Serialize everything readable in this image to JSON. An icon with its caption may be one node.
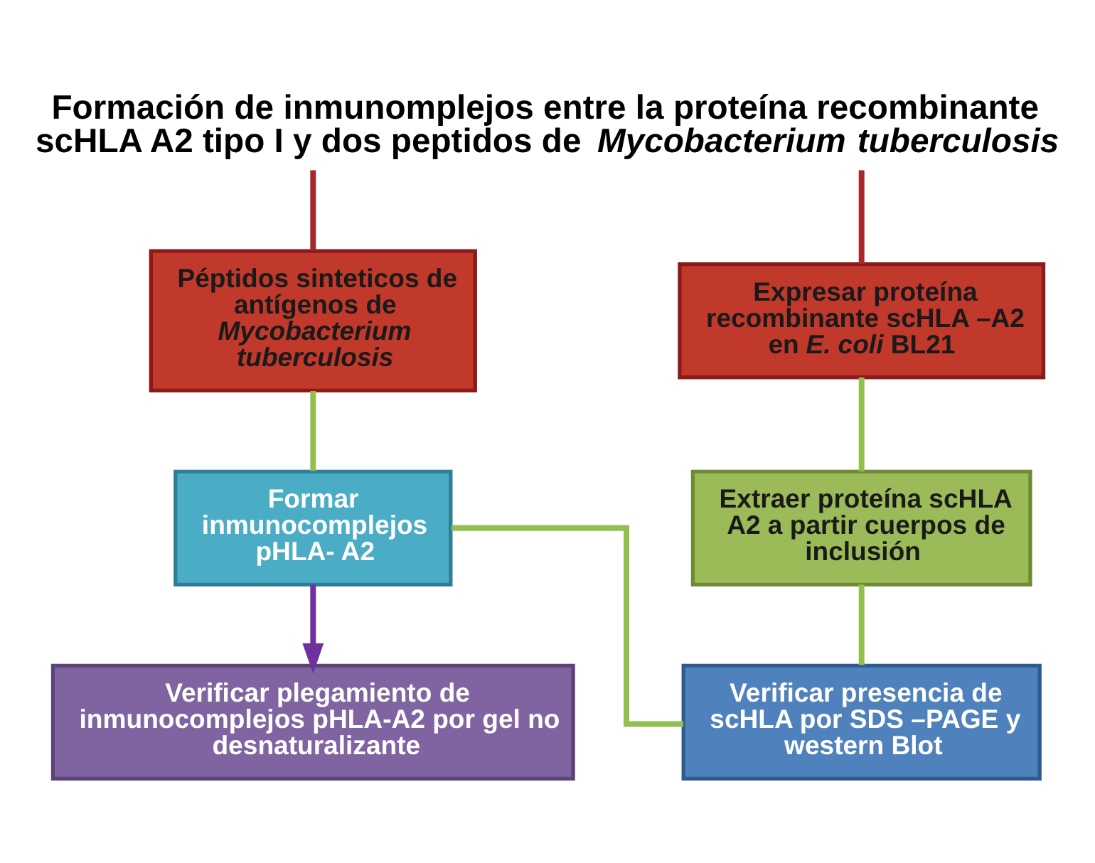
{
  "diagram": {
    "title": "Formación de inmunomplejos entre la proteína recombinante scHLA A2 tipo I y dos peptidos de *Mycobacterium tuberculosis*",
    "nodes": [
      {
        "text": [
          "Expresar proteína recombinante scHLA –A2 en *E. coli* **BL21**"
        ]
      },
      {
        "text": [
          "Péptidos sinteticos de antígenos de *Mycobacterium tuberculosis*"
        ]
      },
      {
        "text": [
          "Extraer proteína scHLA A2 a partir cuerpos de inclusión"
        ]
      },
      {
        "text": [
          "Formar inmunocomplejos pHLA- A2"
        ]
      },
      {
        "text": [
          "Verificar presencia de scHLA por SDS –PAGE y western Blot"
        ]
      },
      {
        "text": [
          "Verificar plegamiento de inmunocomplejos pHLA-A2 por gel no desnaturalizante"
        ]
      }
    ],
    "edges": [
      {
        "from": null,
        "to": 0,
        "arrow": "none",
        "color": "#a5282a"
      },
      {
        "from": null,
        "to": 1,
        "arrow": "none",
        "color": "#a5282a"
      },
      {
        "from": 0,
        "to": 2,
        "arrow": "none"
      },
      {
        "from": 2,
        "to": 4,
        "arrow": "none"
      },
      {
        "from": 4,
        "to": 3,
        "arrow": "none"
      },
      {
        "from": 1,
        "to": 3,
        "arrow": "none"
      },
      {
        "from": 3,
        "to": 5,
        "arrow": "to",
        "color": "#7030a0"
      }
    ]
  }
}
